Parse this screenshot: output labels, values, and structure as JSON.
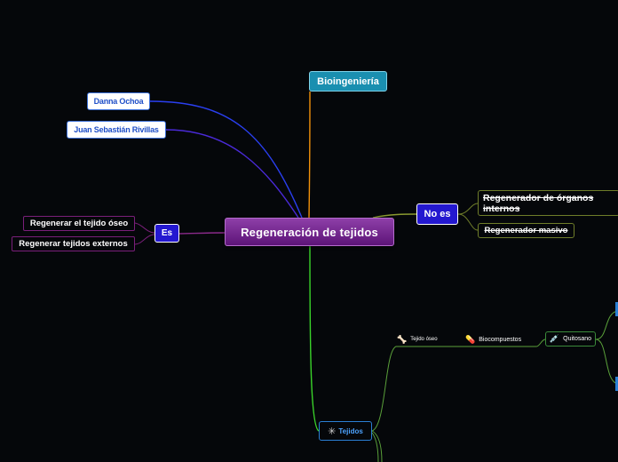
{
  "central_topic": "Regeneración de tejidos",
  "branches": {
    "bioingenieria": "Bioingeniería",
    "authors": [
      "Danna Ochoa",
      "Juan Sebastián Rivillas"
    ],
    "es": {
      "label": "Es",
      "items": [
        "Regenerar el tejido óseo",
        "Regenerar tejidos externos"
      ]
    },
    "no_es": {
      "label": "No es",
      "items": [
        "Regenerador de órganos internos",
        "Regenerador masivo"
      ]
    },
    "tejidos": {
      "label": "Tejidos",
      "icon": "asterisk-icon",
      "tejido_oseo": {
        "label": "Tejido óseo",
        "icon": "bone-icon"
      },
      "biocompuestos": {
        "label": "Biocompuestos",
        "icon": "capsule-icon"
      },
      "quitosano": {
        "label": "Quitosano",
        "icon": "syringe-icon"
      }
    }
  },
  "colors": {
    "background": "#05070a",
    "central": "#7a2a96",
    "bioingenieria_line": "#f0900a",
    "author_line": "#2a3ff0",
    "es_line": "#8a2a8a",
    "no_es_line": "#8a9a30",
    "tejidos_line": "#3ad42a"
  }
}
